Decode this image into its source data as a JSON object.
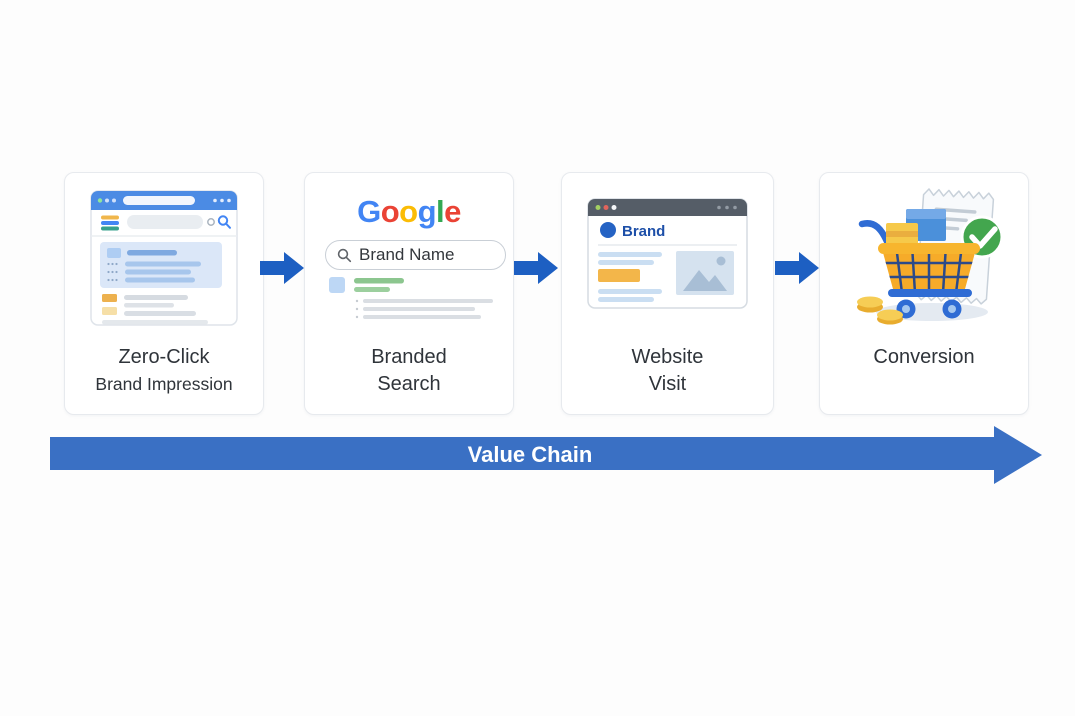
{
  "canvas": {
    "background": "#fdfdfd"
  },
  "steps": [
    {
      "name": "zero-click-brand-impression",
      "label_line1": "Zero-Click",
      "label_line2": "Brand Impression"
    },
    {
      "name": "branded-search",
      "label_line1": "Branded",
      "label_line2": "Search",
      "google_logo": [
        {
          "char": "G",
          "color": "#4285F4"
        },
        {
          "char": "o",
          "color": "#EA4335"
        },
        {
          "char": "o",
          "color": "#FBBC05"
        },
        {
          "char": "g",
          "color": "#4285F4"
        },
        {
          "char": "l",
          "color": "#34A853"
        },
        {
          "char": "e",
          "color": "#EA4335"
        }
      ],
      "search_query": "Brand Name"
    },
    {
      "name": "website-visit",
      "label_line1": "Website",
      "label_line2": "Visit",
      "site_brand_label": "Brand"
    },
    {
      "name": "conversion",
      "label_line1": "Conversion",
      "receipt_dollar_sign": "$"
    }
  ],
  "value_chain": {
    "label": "Value Chain",
    "bar_color": "#3a70c4",
    "text_color": "#ffffff"
  },
  "connector": {
    "color": "#1d5fc2"
  }
}
